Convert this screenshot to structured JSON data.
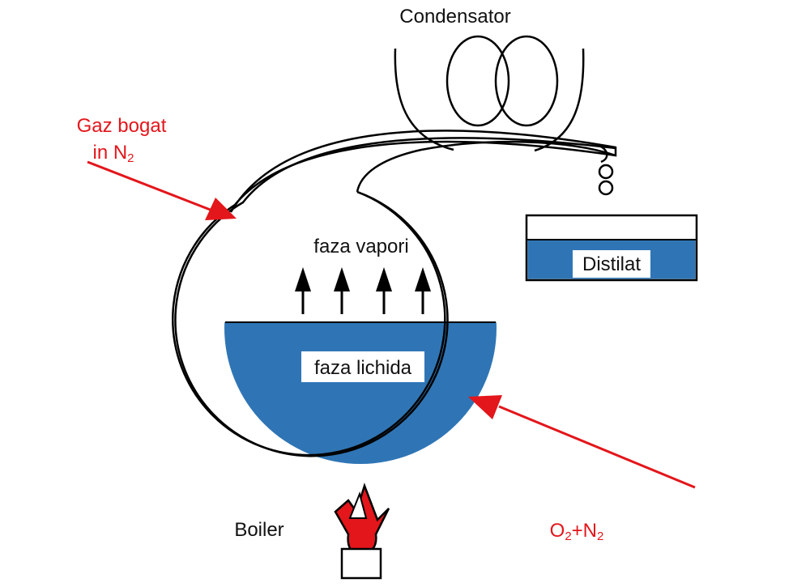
{
  "labels": {
    "condensator": "Condensator",
    "gas_rich_line1": "Gaz bogat",
    "gas_rich_line2_prefix": "in N",
    "gas_rich_line2_sub": "2",
    "vapor_phase": "faza vapori",
    "liquid_phase": "faza lichida",
    "distillate": "Distilat",
    "boiler": "Boiler",
    "feed_o": "O",
    "feed_o_sub": "2",
    "feed_plus_n": "+N",
    "feed_n_sub": "2"
  },
  "colors": {
    "liquid": "#2f75b5",
    "arrow_red": "#e3161b",
    "flame_red": "#e3161b",
    "outline": "#000000"
  },
  "vapor_arrow_count": 4
}
